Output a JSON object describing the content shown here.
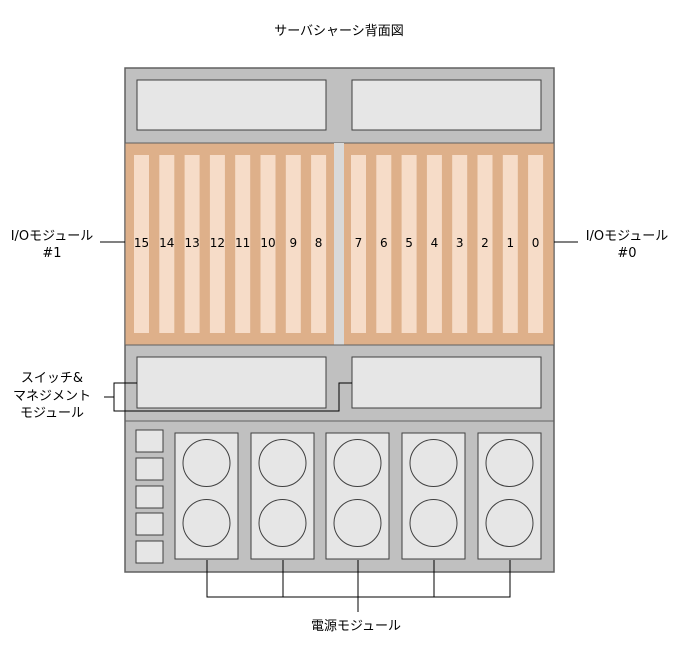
{
  "title": "サーバシャーシ背面図",
  "io_module_left": {
    "line1": "I/Oモジュール",
    "line2": "#1"
  },
  "io_module_right": {
    "line1": "I/Oモジュール",
    "line2": "#0"
  },
  "slots_left": [
    "15",
    "14",
    "13",
    "12",
    "11",
    "10",
    "9",
    "8"
  ],
  "slots_right": [
    "7",
    "6",
    "5",
    "4",
    "3",
    "2",
    "1",
    "0"
  ],
  "switch_module": {
    "line1": "スイッチ&",
    "line2": "マネジメント",
    "line3": "モジュール"
  },
  "power_module": "電源モジュール",
  "colors": {
    "chassis": "#c0c0c0",
    "panel": "#e6e6e6",
    "io_bay": "#deb08a",
    "slot": "#f6dcc8",
    "outline": "#606060"
  }
}
